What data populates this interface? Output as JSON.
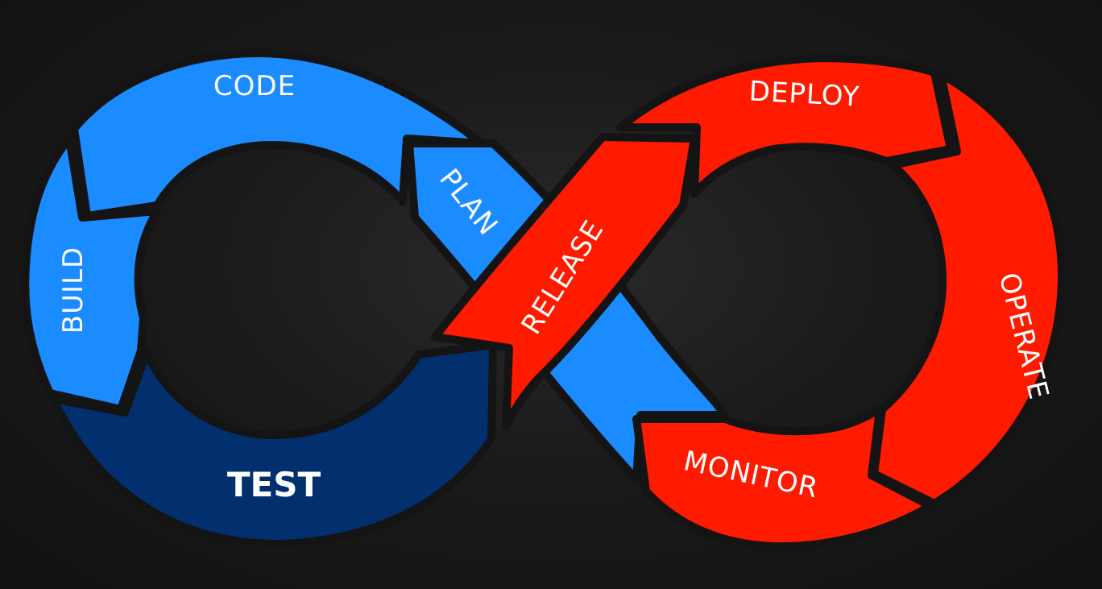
{
  "diagram": {
    "segments": [
      {
        "key": "code",
        "label": "CODE",
        "color": "#1a8cff"
      },
      {
        "key": "build",
        "label": "BUILD",
        "color": "#1a8cff"
      },
      {
        "key": "test",
        "label": "TEST",
        "color": "#02306f"
      },
      {
        "key": "plan",
        "label": "PLAN",
        "color": "#1a8cff"
      },
      {
        "key": "release",
        "label": "RELEASE",
        "color": "#ff1a00"
      },
      {
        "key": "deploy",
        "label": "DEPLOY",
        "color": "#ff1a00"
      },
      {
        "key": "operate",
        "label": "OPERATE",
        "color": "#ff1a00"
      },
      {
        "key": "monitor",
        "label": "MONITOR",
        "color": "#ff1a00"
      }
    ],
    "colors": {
      "background": "#141414",
      "blue": "#1a8cff",
      "dark_blue": "#02306f",
      "red": "#ff1a00",
      "gap": "#141414"
    }
  }
}
